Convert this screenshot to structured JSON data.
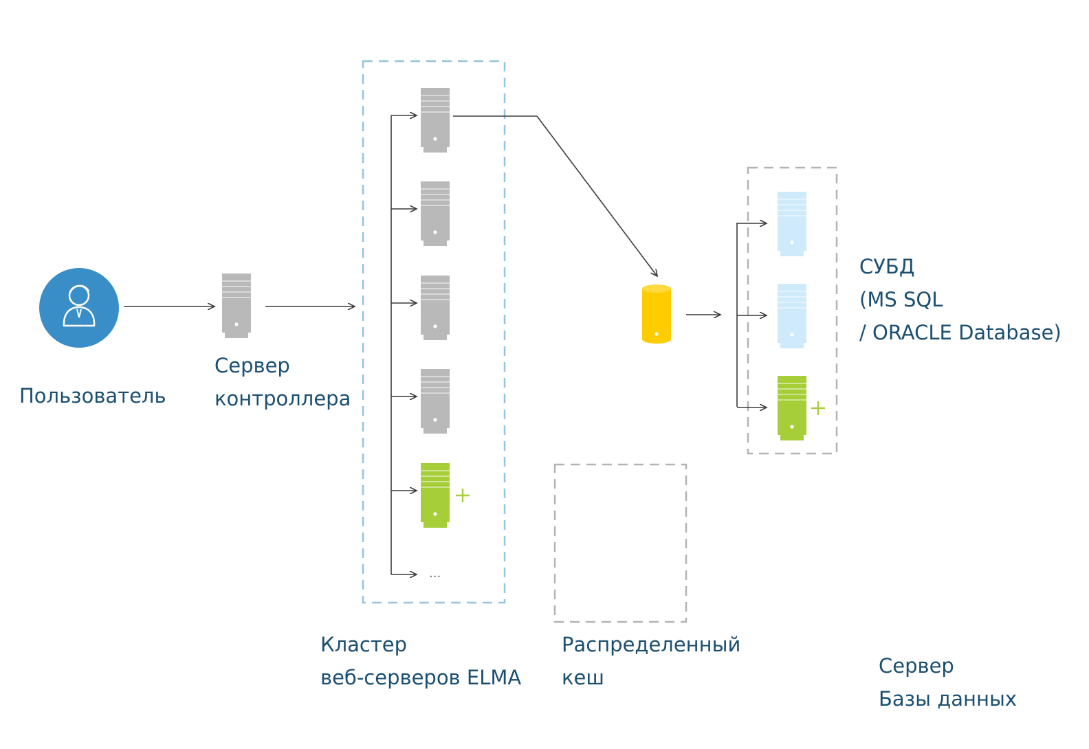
{
  "colors": {
    "arrow": "#3a3a3a",
    "server_gray": "#b9b9b9",
    "server_green": "#a6ce39",
    "server_light_blue": "#cfeafb",
    "cache_yellow": "#ffcc00",
    "user_circle": "#3a8ec8",
    "cluster_border": "#93c4e0",
    "box_border": "#b3b3b3",
    "label_text": "#1b4f72"
  },
  "icons": {
    "user": "user-avatar-icon",
    "server": "server-icon",
    "cache": "database-cylinder-icon",
    "add": "plus-icon"
  },
  "nodes": {
    "user": {
      "label": "Пользователь"
    },
    "controller": {
      "label_lines": [
        "Сервер",
        "контроллера"
      ]
    },
    "cluster": {
      "label_lines": [
        "Кластер",
        "веб-серверов ELMA"
      ],
      "servers": [
        "gray",
        "gray",
        "gray",
        "gray",
        "green"
      ],
      "more": "..."
    },
    "cache": {
      "label_lines": [
        "Распределенный",
        "кеш"
      ]
    },
    "dbms": {
      "label_lines": [
        "СУБД",
        "(MS SQL",
        "/ ORACLE Database)"
      ],
      "servers": [
        "light_blue",
        "light_blue",
        "green"
      ]
    },
    "db_server": {
      "label_lines": [
        "Сервер",
        "Базы данных"
      ]
    }
  }
}
